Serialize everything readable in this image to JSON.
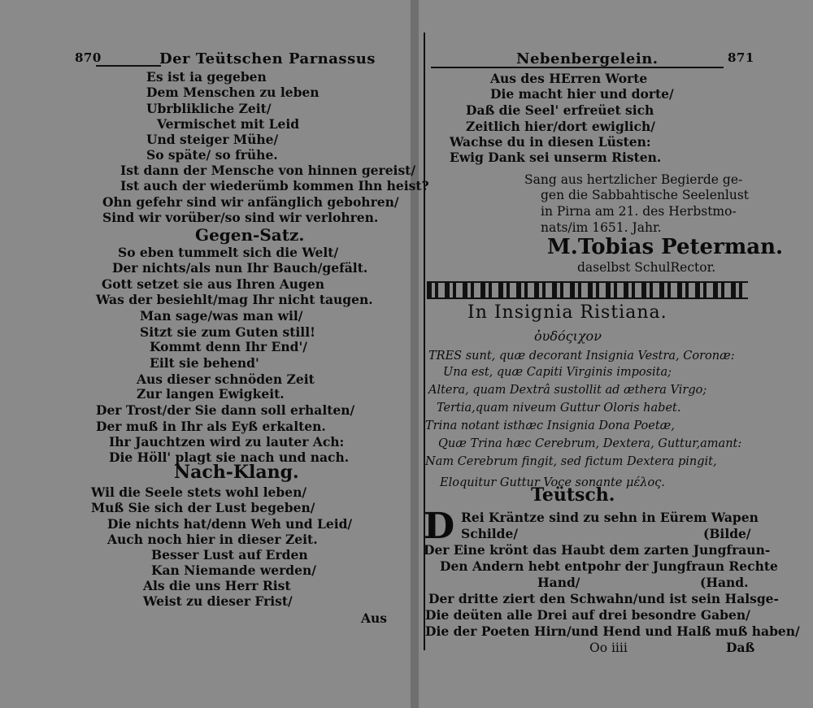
{
  "left": {
    "page_number": "870",
    "running_head": "Der Teütschen Parnassus",
    "lines": [
      "Es ist ia gegeben",
      "Dem Menschen zu leben",
      "Ubrblikliche Zeit/",
      "Vermischet mit Leid",
      "Und steiger Mühe/",
      "So späte/ so frühe.",
      "Ist dann der Mensche von hinnen gereist/",
      "Ist auch der wiederümb kommen Ihn heist?",
      "Ohn gefehr sind wir anfänglich gebohren/",
      "Sind wir vorüber/so sind wir verlohren.",
      "Gegen-Satz.",
      "So eben tummelt sich die Welt/",
      "Der nichts/als nun Ihr Bauch/gefält.",
      "Gott setzet sie aus Ihren Augen",
      "Was der besiehlt/mag Ihr nicht taugen.",
      "Man sage/was man wil/",
      "Sitzt sie zum Guten still!",
      "Kommt denn Ihr End'/",
      "Eilt sie behend'",
      "Aus dieser schnöden Zeit",
      "Zur langen Ewigkeit.",
      "Der Trost/der Sie dann soll erhalten/",
      "Der muß in Ihr als Eyß erkalten.",
      "Ihr Jauchtzen wird zu lauter Ach:",
      "Die Höll' plagt sie nach und nach.",
      "Nach-Klang.",
      "Wil die Seele stets wohl leben/",
      "Muß Sie sich der Lust begeben/",
      "Die nichts hat/denn Weh und Leid/",
      "Auch noch hier in dieser Zeit.",
      "Besser Lust auf Erden",
      "Kan Niemande werden/",
      "Als die uns Herr Rist",
      "Weist zu dieser Frist/"
    ],
    "catchword": "Aus"
  },
  "right": {
    "page_number": "871",
    "running_head": "Nebenbergelein.",
    "lines_top": [
      "Aus des HErren Worte",
      "Die macht hier und dorte/",
      "Daß die Seel' erfreüet sich",
      "Zeitlich hier/dort ewiglich/",
      "Wachse du in diesen Lüsten:",
      "Ewig Dank sei unserm Risten."
    ],
    "dedication": [
      "Sang aus hertzlicher Begierde ge-",
      "gen die Sabbahtische Seelenlust",
      "in Pirna am 21. des Herbstmo-",
      "nats/im 1651. Jahr."
    ],
    "author_name": "M.Tobias Peterman.",
    "author_title": "daselbst SchulRector.",
    "latin_heading": "In Insignia Ristiana.",
    "greek_sub": "ὀυδόςιχον",
    "latin_lines": [
      "TRES sunt, quæ decorant Insignia Vestra, Coronæ:",
      "Una est, quæ Capiti Virginis imposita;",
      "Altera, quam Dextrâ sustollit ad æthera Virgo;",
      "Tertia,quam niveum Guttur Oloris habet.",
      "Trina notant isthæc Insignia Dona Poetæ,",
      "Quæ Trina hæc Cerebrum, Dextera, Guttur,amant:",
      "Nam Cerebrum fingit, sed fictum Dextera pingit,",
      "Eloquitur Guttur Voce sonante μέλος."
    ],
    "german_heading": "Teütsch.",
    "german_lines": [
      "Rei Kräntze sind zu sehn in Eürem Wapen",
      "Schilde/",
      "(Bilde/",
      "Der Eine krönt das Haubt dem zarten Jungfraun-",
      "Den Andern hebt entpohr der Jungfraun Rechte",
      "Hand/",
      "(Hand.",
      "Der dritte ziert den Schwahn/und ist sein Halsge-",
      "Die deüten alle Drei auf drei besondre Gaben/",
      "Die der Poeten Hirn/und Hend und Halß muß haben/"
    ],
    "signature": "Oo iiii",
    "catchword": "Daß"
  }
}
